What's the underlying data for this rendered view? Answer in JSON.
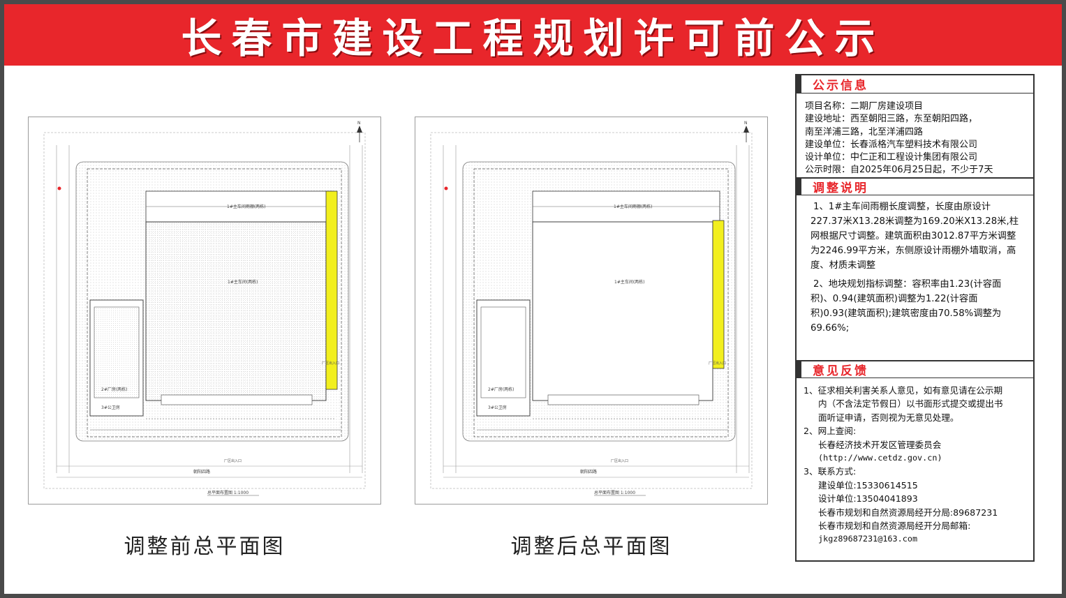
{
  "banner": {
    "title": "长春市建设工程规划许可前公示"
  },
  "plans": {
    "before": {
      "caption": "调整前总平面图",
      "main_building_label": "1#主车间(两栋)",
      "canopy_label": "1#主车间雨棚(两栋)",
      "building2_label": "2#厂房(两栋)",
      "building3_label": "3#公卫房",
      "north_label": "N",
      "road_bottom": "朝阳四路",
      "gate_label": "厂区出入口",
      "drawing_title": "总平面布置图 1:1000"
    },
    "after": {
      "caption": "调整后总平面图",
      "main_building_label": "1#主车间(两栋)",
      "canopy_label": "1#主车间雨棚(两栋)",
      "building2_label": "2#厂房(两栋)",
      "building3_label": "3#公卫房",
      "north_label": "N",
      "road_bottom": "朝阳四路",
      "gate_label": "厂区出入口",
      "drawing_title": "总平面布置图 1:1000"
    }
  },
  "info": {
    "notice": {
      "title": "公示信息",
      "lines": [
        "项目名称：二期厂房建设项目",
        "建设地址：西至朝阳三路，东至朝阳四路，",
        "南至洋浦三路，北至洋浦四路",
        "建设单位：长春派格汽车塑料技术有限公司",
        "设计单位：中仁正和工程设计集团有限公司",
        "公示时限：自2025年06月25日起，不少于7天"
      ]
    },
    "adjust": {
      "title": "调整说明",
      "para1": "1、1#主车间雨棚长度调整，长度由原设计227.37米X13.28米调整为169.20米X13.28米,柱网根据尺寸调整。建筑面积由3012.87平方米调整为2246.99平方米，东侧原设计雨棚外墙取消，高度、材质未调整",
      "para2": "2、地块规划指标调整：容积率由1.23(计容面积)、0.94(建筑面积)调整为1.22(计容面积)0.93(建筑面积);建筑密度由70.58%调整为69.66%;"
    },
    "feedback": {
      "title": "意见反馈",
      "item1_a": "1、征求相关利害关系人意见，如有意见请在公示期",
      "item1_b": "内（不含法定节假日）以书面形式提交或提出书",
      "item1_c": "面听证申请，否则视为无意见处理。",
      "item2": "2、网上查阅:",
      "item2_org": "长春经济技术开发区管理委员会",
      "item2_url": "(http://www.cetdz.gov.cn)",
      "item3": "3、联系方式:",
      "contact_build": "建设单位:15330614515",
      "contact_design": "设计单位:13504041893",
      "contact_bureau": "长春市规划和自然资源局经开分局:89687231",
      "contact_email_label": "长春市规划和自然资源局经开分局邮箱:",
      "contact_email": "jkgz89687231@163.com"
    }
  },
  "colors": {
    "banner_red": "#e8262b",
    "canopy_yellow": "#f2ef1e",
    "section_title_red": "#e8262b",
    "frame_gray": "#4a4a4a"
  }
}
